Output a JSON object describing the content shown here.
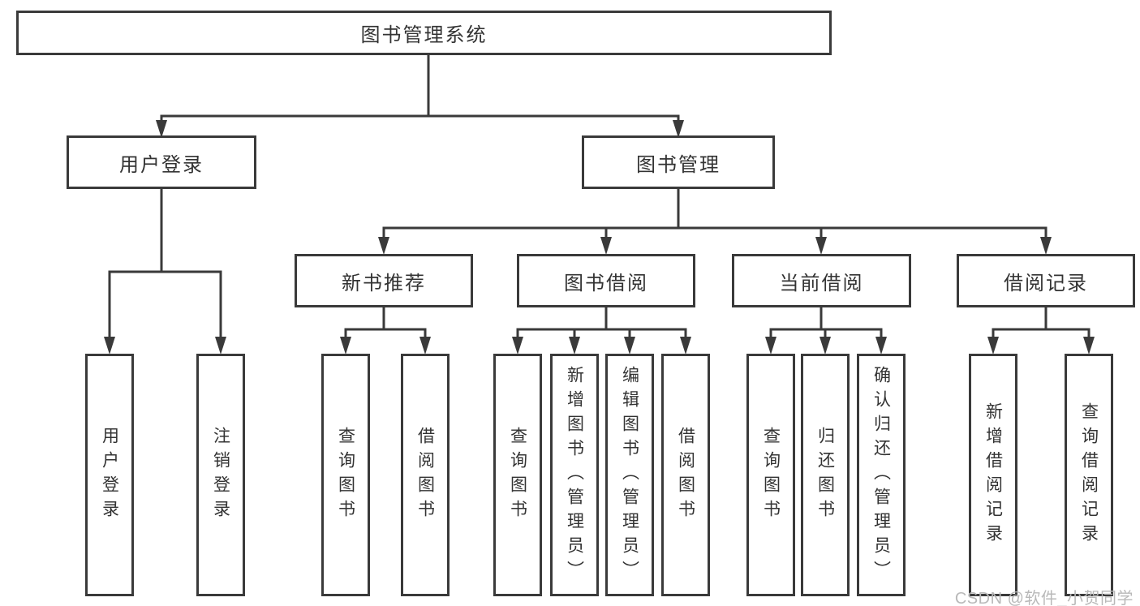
{
  "title": "图书管理系统",
  "watermark": "CSDN @软件_小贺同学",
  "colors": {
    "line": "#3a3a3a",
    "border": "#3a3a3a",
    "text": "#333333",
    "watermark": "#b9b9b9",
    "background": "#ffffff"
  },
  "tree": {
    "label": "图书管理系统",
    "children": [
      {
        "label": "用户登录",
        "children": [
          {
            "label": "用户登录"
          },
          {
            "label": "注销登录"
          }
        ]
      },
      {
        "label": "图书管理",
        "children": [
          {
            "label": "新书推荐",
            "children": [
              {
                "label": "查询图书"
              },
              {
                "label": "借阅图书"
              }
            ]
          },
          {
            "label": "图书借阅",
            "children": [
              {
                "label": "查询图书"
              },
              {
                "label": "新增图书（管理员）"
              },
              {
                "label": "编辑图书（管理员）"
              },
              {
                "label": "借阅图书"
              }
            ]
          },
          {
            "label": "当前借阅",
            "children": [
              {
                "label": "查询图书"
              },
              {
                "label": "归还图书"
              },
              {
                "label": "确认归还（管理员）"
              }
            ]
          },
          {
            "label": "借阅记录",
            "children": [
              {
                "label": "新增借阅记录"
              },
              {
                "label": "查询借阅记录"
              }
            ]
          }
        ]
      }
    ]
  }
}
